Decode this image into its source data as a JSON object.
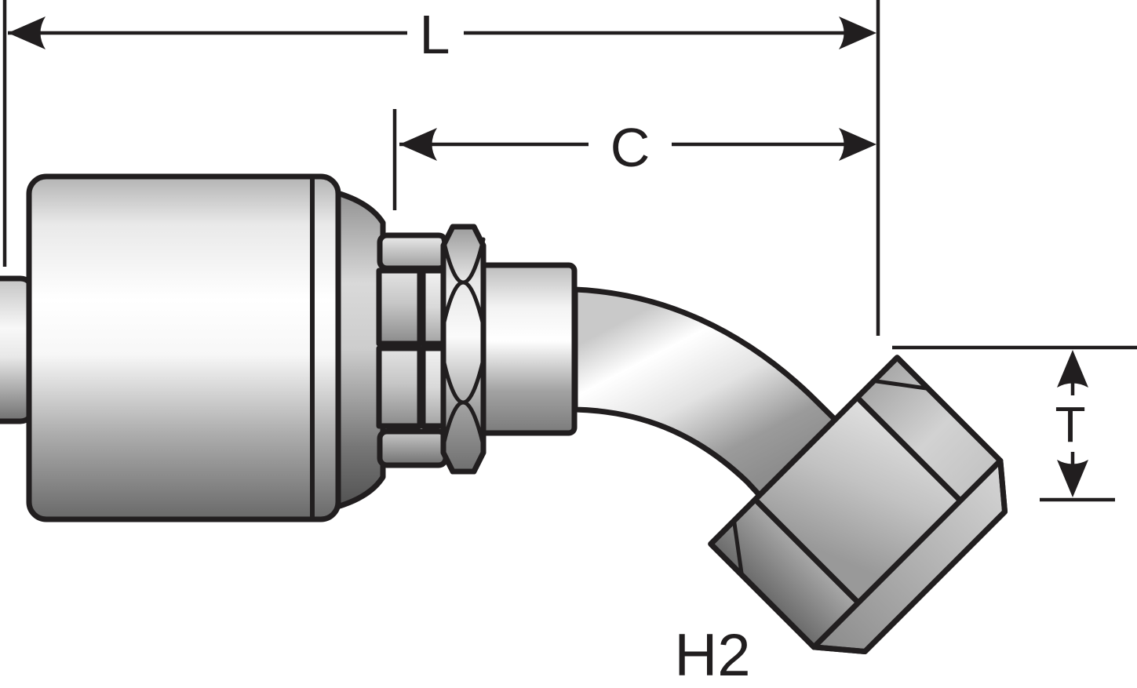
{
  "labels": {
    "overall_length": "L",
    "cut_off_length": "C",
    "thread_height": "T",
    "part_callout": "H2"
  },
  "colors": {
    "line": "#211e1f",
    "background": "#ffffff",
    "metal_highlight": "#ffffff",
    "metal_midtone": "#c0c0c0",
    "metal_shadow": "#4e4e4e"
  }
}
